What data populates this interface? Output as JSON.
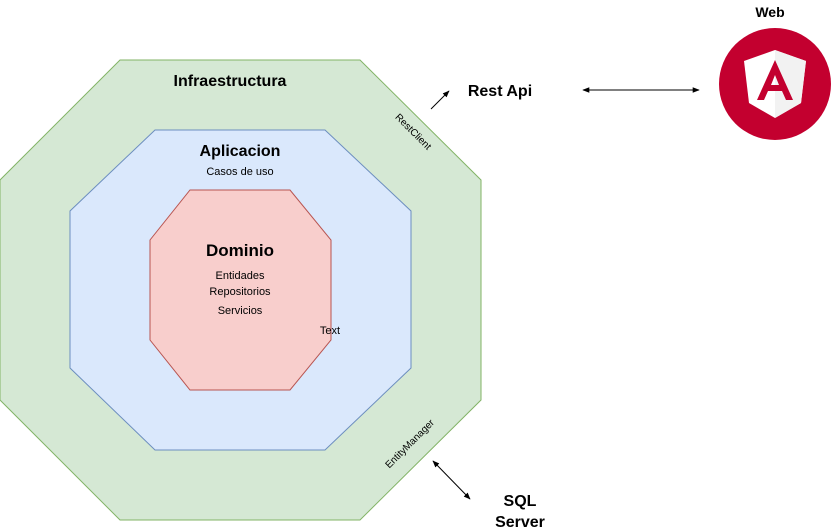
{
  "diagram": {
    "outer": {
      "title": "Infraestructura",
      "fill": "#d5e8d4",
      "stroke": "#82b366"
    },
    "middle": {
      "title": "Aplicacion",
      "subtitle": "Casos de uso",
      "fill": "#dae8fc",
      "stroke": "#6c8ebf"
    },
    "inner": {
      "title": "Dominio",
      "items": [
        "Entidades",
        "Repositorios",
        "Servicios"
      ],
      "fill": "#f8cecc",
      "stroke": "#b85450"
    },
    "loose_text": "Text",
    "rest_client": "RestClient",
    "entity_manager": "EntityManager",
    "rest_api": "Rest Api",
    "web": {
      "title": "Web",
      "icon": "angular-logo-icon",
      "badge_color": "#c3002f"
    },
    "sql": {
      "line1": "SQL",
      "line2": "Server"
    }
  }
}
